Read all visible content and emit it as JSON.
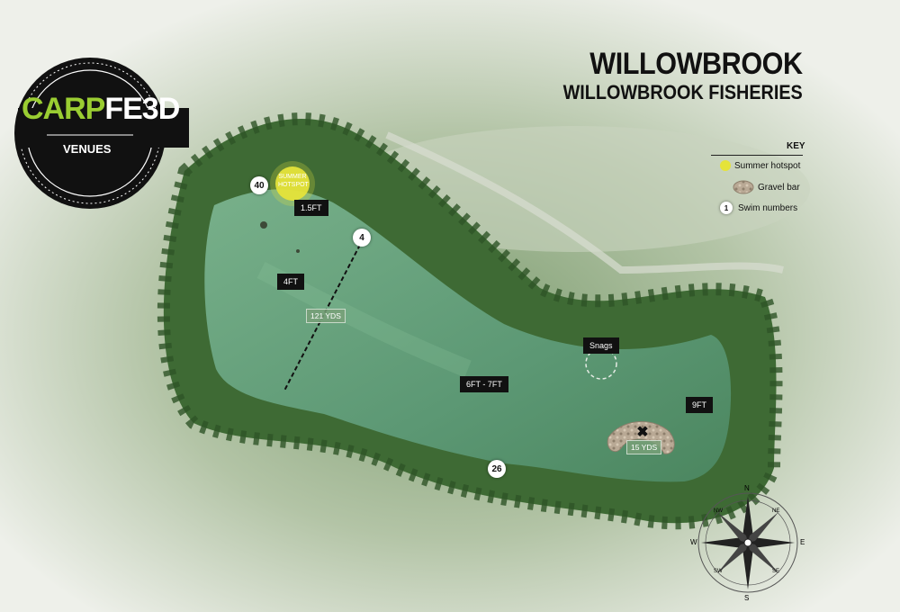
{
  "logo": {
    "brand_part1": "CARP",
    "brand_part2": "FE3D",
    "subtitle": "VENUES"
  },
  "title": {
    "main": "WILLOWBROOK",
    "sub": "WILLOWBROOK FISHERIES"
  },
  "key": {
    "heading": "KEY",
    "items": [
      {
        "label": "Summer hotspot",
        "icon": "hotspot-dot"
      },
      {
        "label": "Gravel bar",
        "icon": "gravel-texture"
      },
      {
        "label": "Swim numbers",
        "icon": "swim-circle",
        "sample": "1"
      }
    ]
  },
  "hotspot": {
    "label": "SUMMER HOTSPOT"
  },
  "depths": {
    "d1": "1.5FT",
    "d2": "4FT",
    "d3": "6FT - 7FT",
    "d4": "9FT"
  },
  "swims": {
    "s1": "40",
    "s2": "4",
    "s3": "26"
  },
  "distances": {
    "long_cast": "121 YDS",
    "bar_cast": "15 YDS"
  },
  "features": {
    "snags": "Snags"
  },
  "compass": {
    "n": "N",
    "e": "E",
    "s": "S",
    "w": "W",
    "nw": "NW",
    "ne": "NE",
    "sw": "SW",
    "se": "SE"
  },
  "colors": {
    "water": "#5e9a76",
    "trees": "#3e6a34",
    "accent_green": "#9acd32",
    "hotspot": "#e5e33a"
  }
}
